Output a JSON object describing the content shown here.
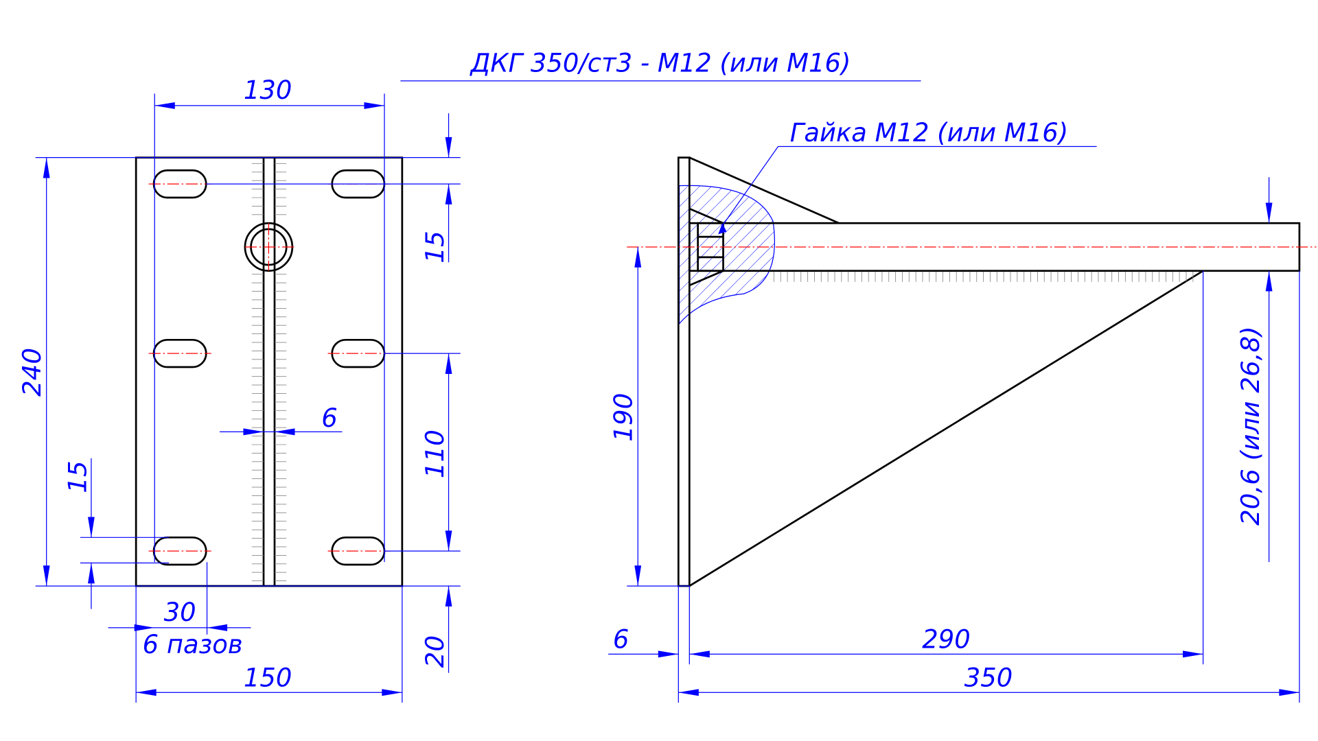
{
  "title": "ДКГ 350/ст3 - М12 (или М16)",
  "front_view": {
    "dim_width_top": "130",
    "dim_height": "240",
    "dim_top_offset": "15",
    "dim_slot_pitch": "110",
    "dim_bottom_offset": "20",
    "dim_slot_height": "15",
    "dim_weld_gap": "6",
    "dim_slot_length": "30",
    "slots_note": "6 пазов",
    "dim_width_total": "150"
  },
  "side_view": {
    "nut_callout": "Гайка М12 (или М16)",
    "dim_rod_height": "190",
    "dim_rod_diameter": "20,6 (или 26,8)",
    "dim_plate_thickness": "6",
    "dim_gusset_length": "290",
    "dim_total_length": "350"
  },
  "colors": {
    "dimension": "#0000ff",
    "centerline": "#ff0000",
    "object": "#000000"
  }
}
